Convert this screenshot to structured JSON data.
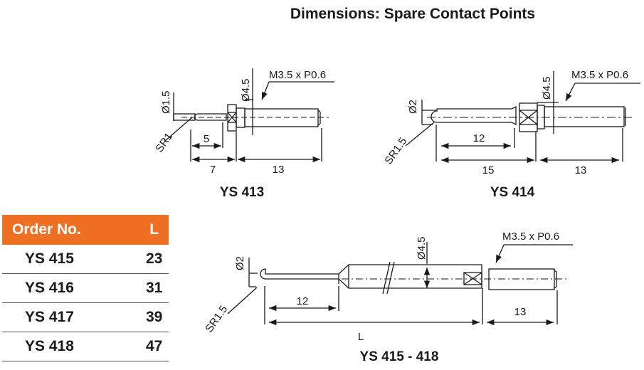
{
  "title": "Dimensions: Spare Contact Points",
  "colors": {
    "accent": "#f07023",
    "line": "#1a1a1a"
  },
  "drawings": {
    "ys413": {
      "caption": "YS 413",
      "tip_dia": "Ø1.5",
      "tip_radius": "SR1",
      "collar_dia": "Ø4.5",
      "thread": "M3.5 x P0.6",
      "dim_tip": "5",
      "dim_shank": "7",
      "dim_thread": "13"
    },
    "ys414": {
      "caption": "YS 414",
      "tip_dia": "Ø2",
      "tip_radius": "SR1.5",
      "collar_dia": "Ø4.5",
      "thread": "M3.5 x P0.6",
      "dim_tip": "12",
      "dim_shank": "15",
      "dim_thread": "13"
    },
    "ys415_418": {
      "caption": "YS 415 - 418",
      "tip_dia": "Ø2",
      "tip_radius": "SR1.5",
      "body_dia": "Ø4.5",
      "thread": "M3.5 x P0.6",
      "dim_tip": "12",
      "dim_length": "L",
      "dim_thread": "13"
    }
  },
  "order_table": {
    "headers": [
      "Order No.",
      "L"
    ],
    "rows": [
      {
        "order_no": "YS 415",
        "l": "23"
      },
      {
        "order_no": "YS 416",
        "l": "31"
      },
      {
        "order_no": "YS 417",
        "l": "39"
      },
      {
        "order_no": "YS 418",
        "l": "47"
      }
    ]
  }
}
